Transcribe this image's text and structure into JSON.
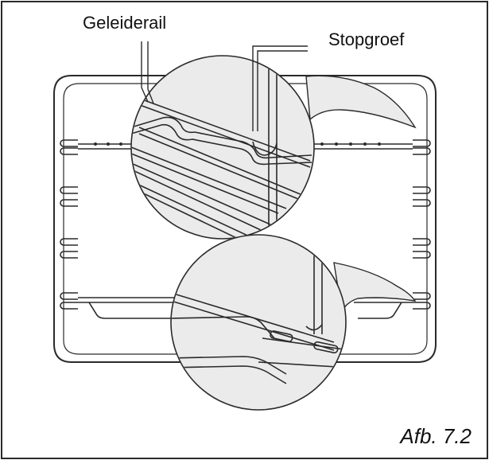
{
  "labels": {
    "guide_rail": "Geleiderail",
    "stop_groove": "Stopgroef"
  },
  "caption": "Afb. 7.2",
  "colors": {
    "line": "#2a2a2a",
    "magnifier_fill": "#ebebeb",
    "background": "#ffffff"
  }
}
